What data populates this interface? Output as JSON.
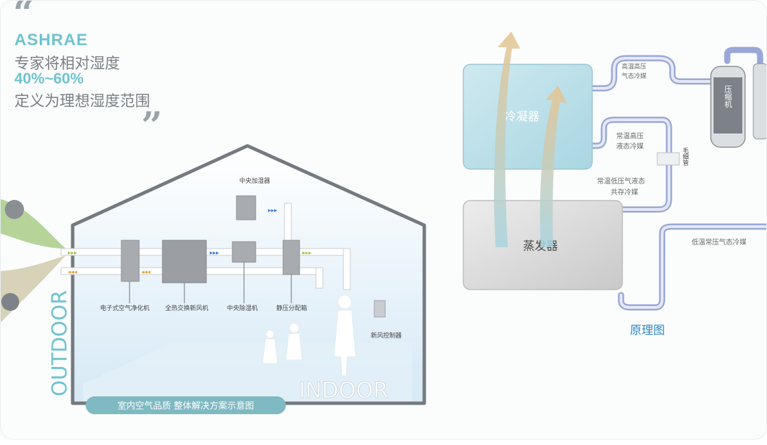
{
  "quote": {
    "open": "“",
    "brand": "ASHRAE",
    "line1": "专家将相对湿度",
    "percent": "40%~60%",
    "line2": "定义为理想湿度范围",
    "close": "”"
  },
  "house": {
    "outdoor": "OUTDOOR",
    "indoor": "INDOOR",
    "humidifier": "中央加湿器",
    "purifier": "电子式空气净化机",
    "erv": "全热交换新风机",
    "dehumidifier": "中央除湿机",
    "distributor": "静压分配箱",
    "controller": "新风控制器",
    "caption": "室内空气品质 整体解决方案示意图"
  },
  "principle": {
    "condenser": "冷凝器",
    "evaporator": "蒸发器",
    "compressor": "压缩机",
    "capillary": "毛细管",
    "pipe_top_line1": "高温高压",
    "pipe_top_line2": "气态冷媒",
    "pipe_mid_line1": "常温高压",
    "pipe_mid_line2": "液态冷媒",
    "pipe_low_line1": "常温低压气液态",
    "pipe_low_line2": "共存冷媒",
    "pipe_right": "低温常压气态冷媒",
    "title": "原理图"
  },
  "colors": {
    "accent": "#6fc3cf",
    "title_blue": "#2f86c6",
    "house_outline": "#757a80",
    "pipe": "#9aa8d8"
  }
}
